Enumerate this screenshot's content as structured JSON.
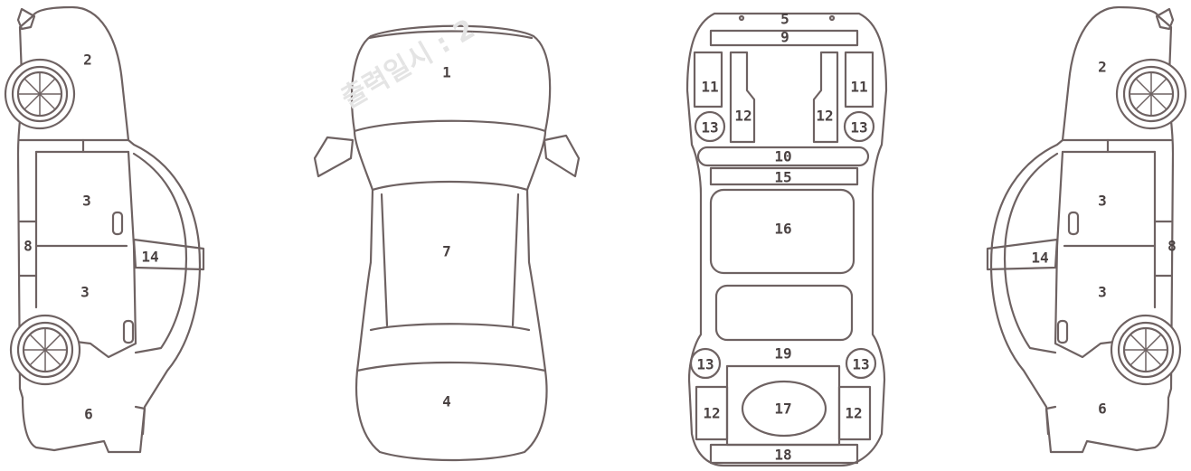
{
  "watermark": "출력일시 : 2",
  "labels": {
    "left_roof": "2",
    "left_door_front": "3",
    "left_door_rear": "3",
    "left_pillar": "8",
    "left_sill": "14",
    "left_quarter": "6",
    "top_hood": "1",
    "top_roof": "7",
    "top_trunk": "4",
    "u_front_top": "5",
    "u_crossmember": "9",
    "u_fl_panel": "11",
    "u_fr_panel": "11",
    "u_fl_rail": "12",
    "u_fr_rail": "12",
    "u_fl_wheel": "13",
    "u_fr_wheel": "13",
    "u_dash": "10",
    "u_front_floor_cross": "15",
    "u_front_floor": "16",
    "u_rear_floor": "19",
    "u_rl_wheel": "13",
    "u_rr_wheel": "13",
    "u_rl_rail": "12",
    "u_rr_rail": "12",
    "u_spare_tire": "17",
    "u_rear_panel": "18",
    "right_roof": "2",
    "right_door_front": "3",
    "right_door_rear": "3",
    "right_pillar": "8",
    "right_sill": "14",
    "right_quarter": "6"
  }
}
